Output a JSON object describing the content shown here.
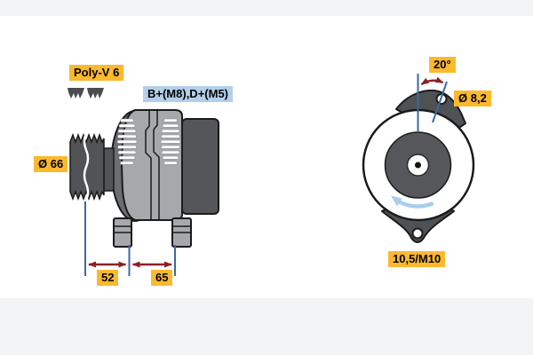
{
  "colors": {
    "highlight_yellow": "#FBB92E",
    "highlight_blue": "#B3CFE9",
    "dimension_line_blue": "#3C68A0",
    "dimension_arrow_red": "#8E2023",
    "rotation_arrow_blue": "#A9CDEA",
    "body_light_gray": "#A6A8AB",
    "part_dark_gray": "#55565A"
  },
  "labels": {
    "belt_type": "Poly-V 6",
    "terminals": "B+(M8),D+(M5)",
    "pulley_diameter": "Ø 66",
    "mounting_angle": "20°",
    "mounting_hole_diameter": "Ø 8,2",
    "bottom_mount_hole": "10,5/M10",
    "dim_pulley_offset": "52",
    "dim_mounting_span": "65"
  }
}
